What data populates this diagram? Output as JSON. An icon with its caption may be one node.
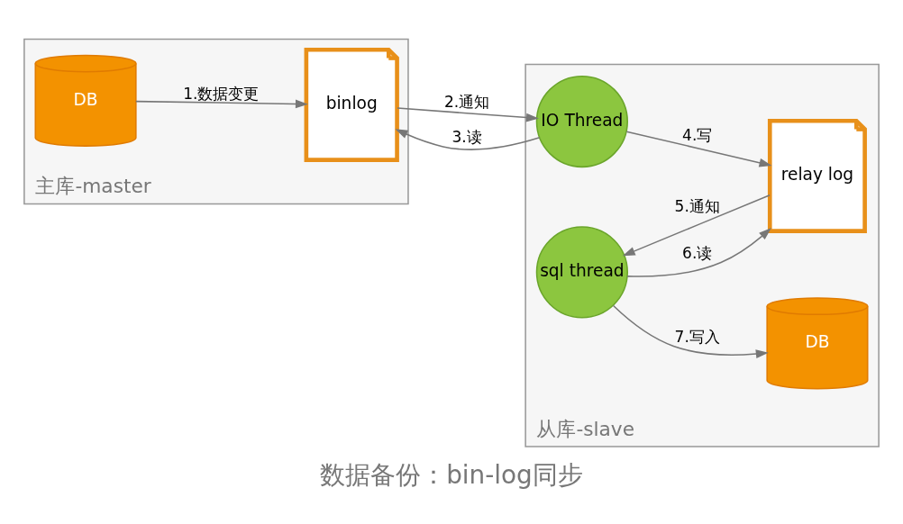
{
  "diagram": {
    "caption": "数据备份：bin-log同步",
    "nodes": [
      {
        "text": [
          "主库-master"
        ]
      },
      {
        "text": [
          "DB"
        ],
        "in": 0
      },
      {
        "text": [
          "binlog"
        ],
        "in": 0
      },
      {
        "text": [
          "从库-slave"
        ]
      },
      {
        "text": [
          "DB"
        ],
        "in": 3
      },
      {
        "text": [
          "IO Thread"
        ],
        "in": 3
      },
      {
        "text": [
          "sql thread"
        ],
        "in": 3
      },
      {
        "text": [
          "relay log"
        ],
        "in": 3
      }
    ],
    "edges": [
      {
        "from": 1,
        "to": 2,
        "arrow": "to",
        "label": "1.数据变更"
      },
      {
        "from": 2,
        "to": 5,
        "arrow": "to",
        "label": "2.通知"
      },
      {
        "from": 5,
        "to": 2,
        "arrow": "to",
        "label": "3.读"
      },
      {
        "from": 5,
        "to": 7,
        "arrow": "to",
        "label": "4.写"
      },
      {
        "from": 7,
        "to": 6,
        "arrow": "to",
        "label": "5.通知"
      },
      {
        "from": 6,
        "to": 7,
        "arrow": "to",
        "label": "6.读"
      },
      {
        "from": 6,
        "to": 4,
        "arrow": "to",
        "label": "7.写入"
      }
    ]
  }
}
